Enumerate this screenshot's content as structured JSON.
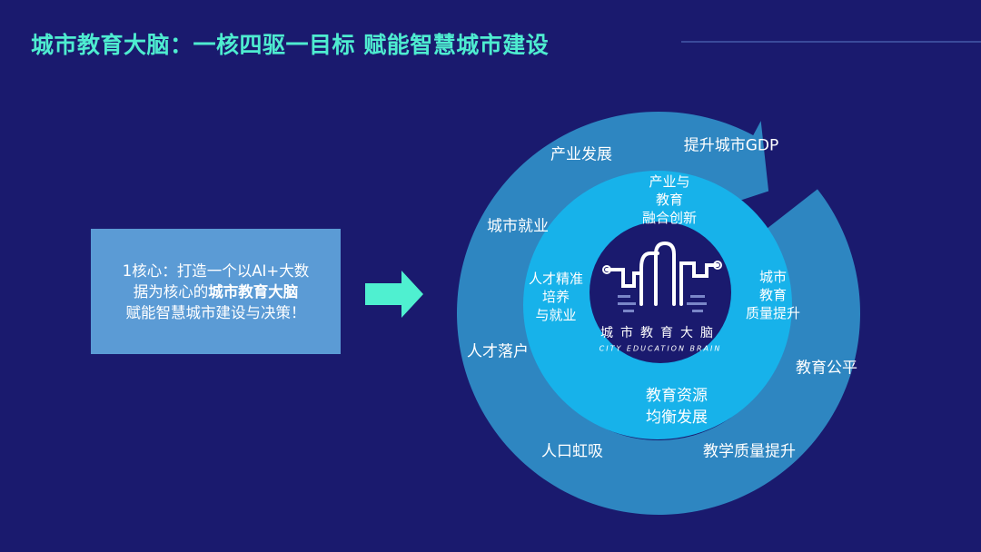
{
  "title": "城市教育大脑：一核四驱一目标  赋能智慧城市建设",
  "core_box": {
    "line1": "1核心：打造一个以AI+大数",
    "line2_prefix": "据为核心的",
    "line2_bold": "城市教育大脑",
    "line3": "赋能智慧城市建设与决策！"
  },
  "outer_ring": {
    "labels": [
      "产业发展",
      "提升城市GDP",
      "城市就业",
      "人才落户",
      "人口虹吸",
      "教学质量提升",
      "教育公平"
    ]
  },
  "inner_ring": {
    "top": [
      "产业与",
      "教育",
      "融合创新"
    ],
    "left": [
      "人才精准",
      "培养",
      "与就业"
    ],
    "right": [
      "城市",
      "教育",
      "质量提升"
    ],
    "bottom": [
      "教育资源",
      "均衡发展"
    ]
  },
  "logo": {
    "chinese": "城市教育大脑",
    "english": "CITY EDUCATION BRAIN"
  },
  "colors": {
    "background": "#1a1a6e",
    "title": "#4eecd0",
    "box": "#5b9bd5",
    "arrow": "#4ff0d0",
    "outer_ring": "#2e86c1",
    "inner_circle": "#17b2ea",
    "center": "#1a1a6e"
  }
}
